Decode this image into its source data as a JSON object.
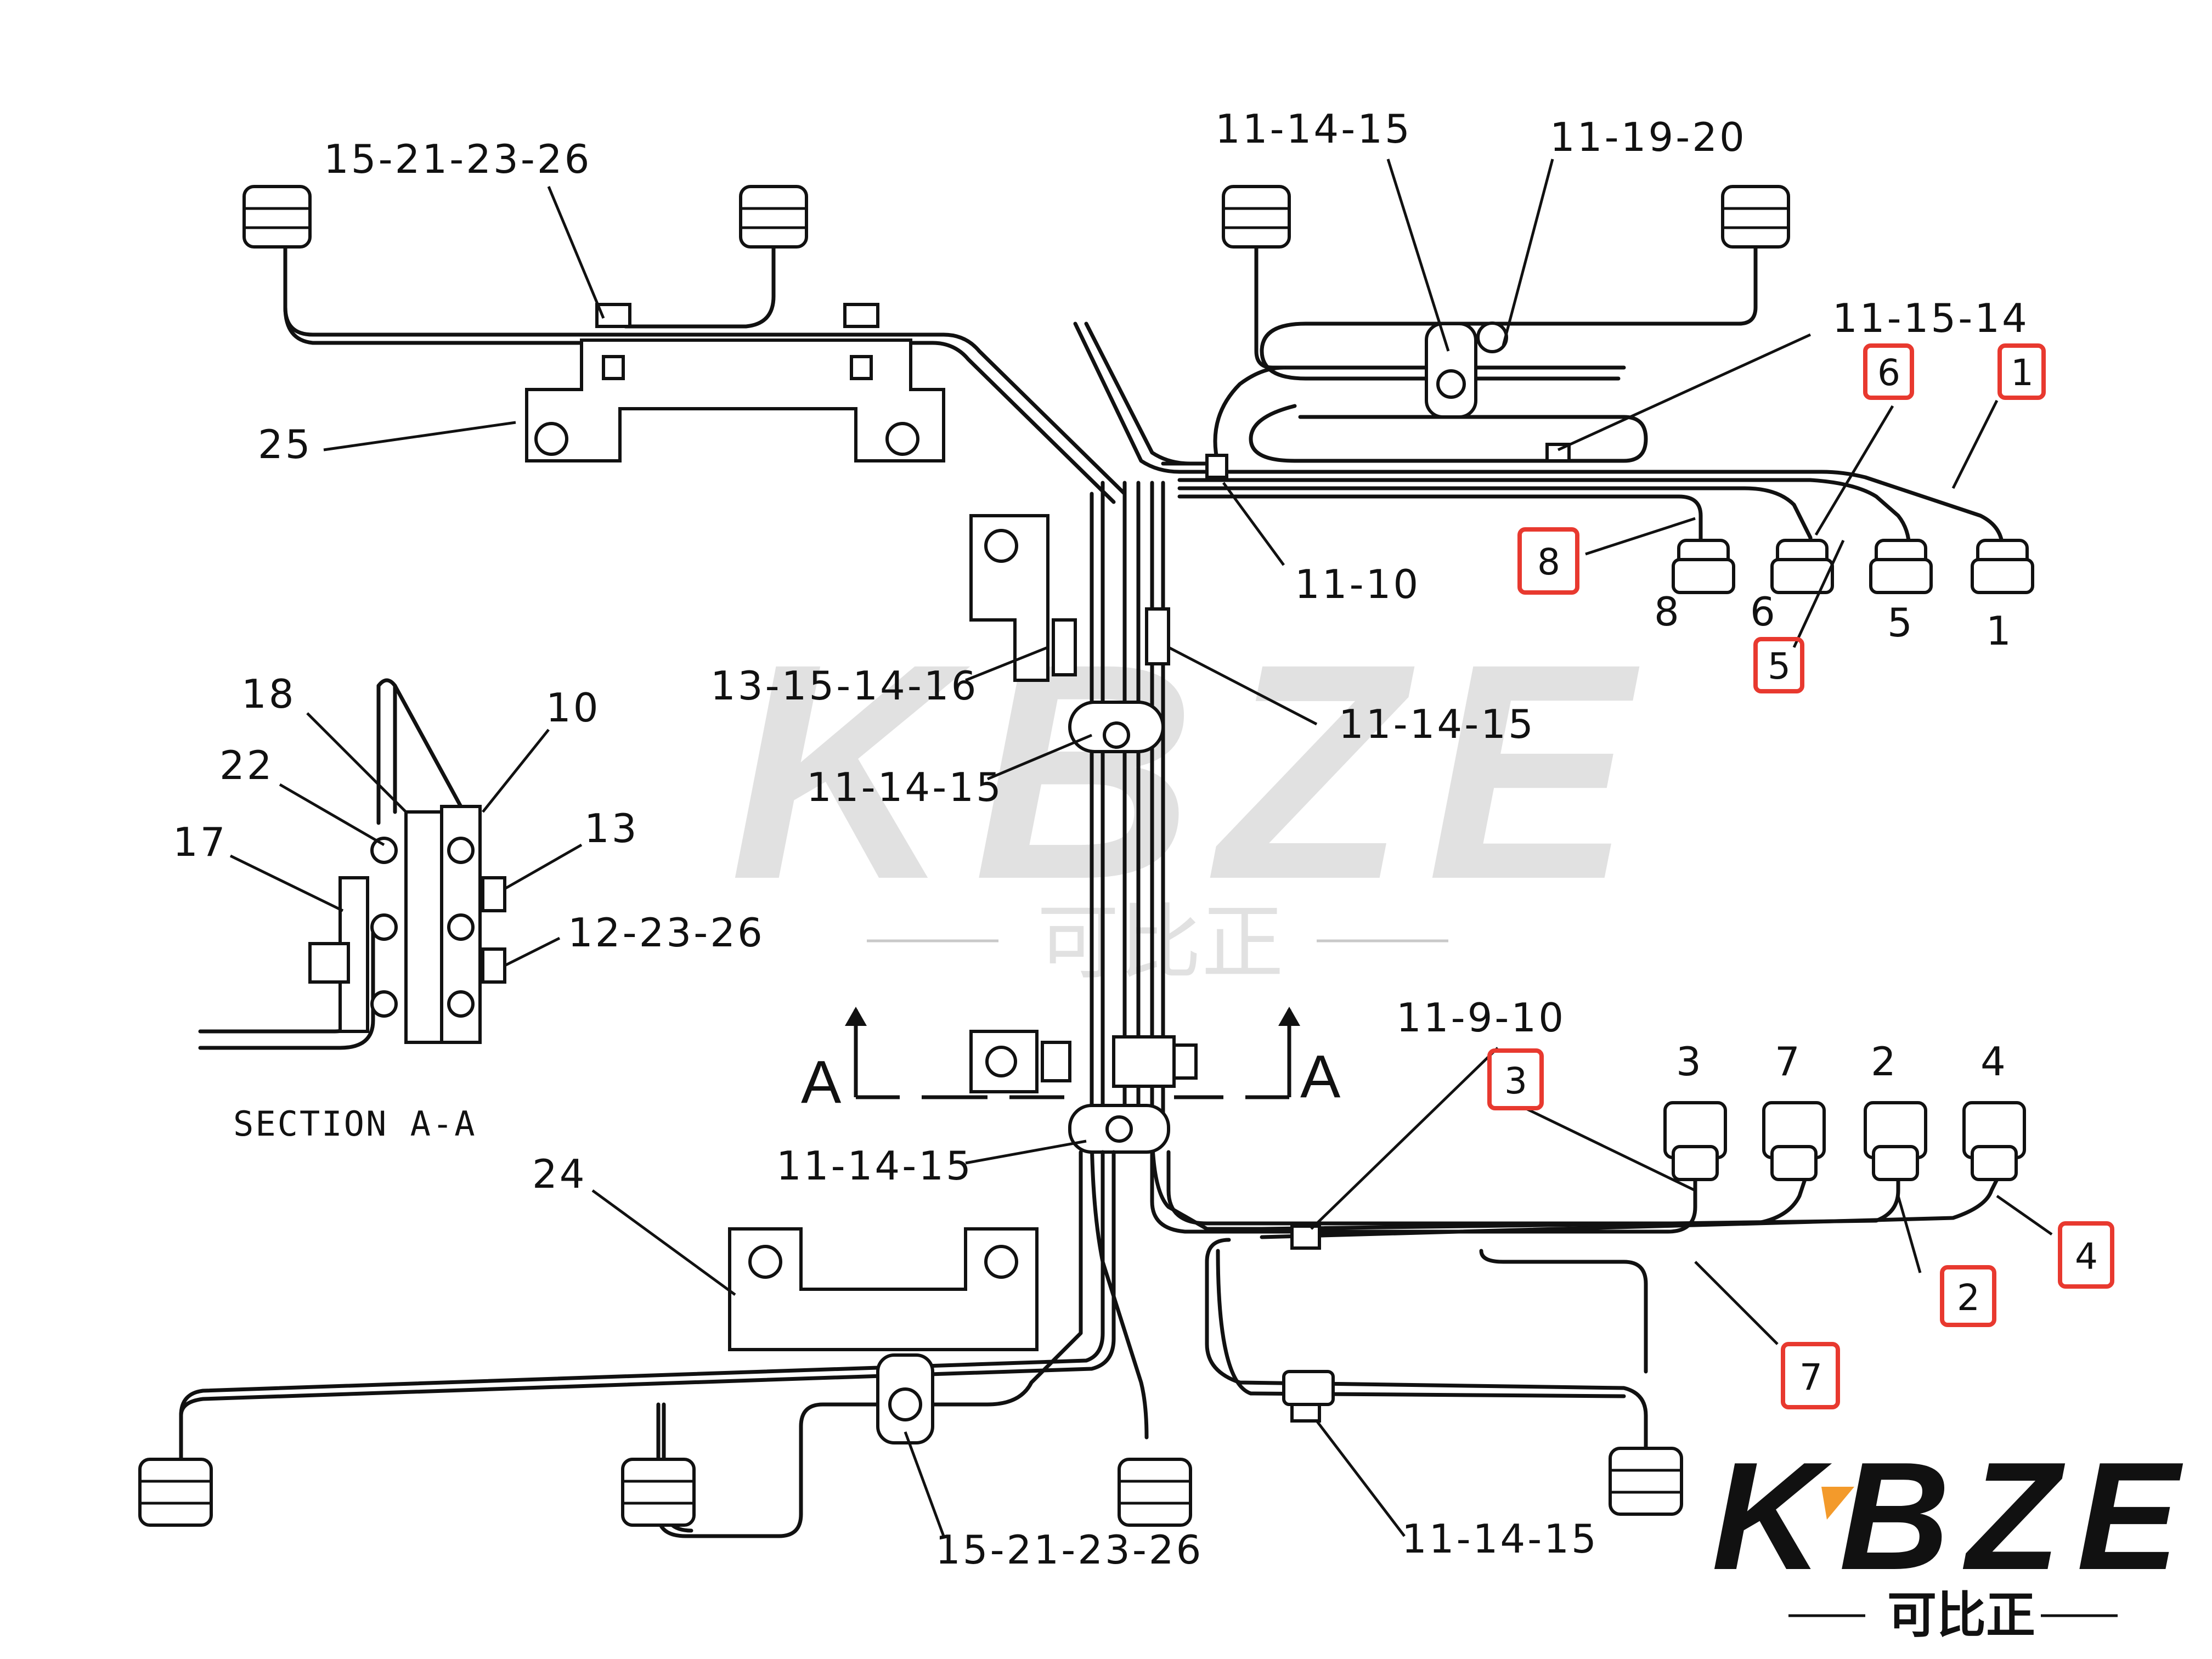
{
  "callouts": {
    "top_left_clamp": "15-21-23-26",
    "bracket_25": "25",
    "top_center_clamp": "11-14-15",
    "top_right_clamp": "11-19-20",
    "clip_right": "11-15-14",
    "junction_top": "11-10",
    "bracket_mid": "13-15-14-16",
    "clamp_mid_right": "11-14-15",
    "clamp_mid_left": "11-14-15",
    "clamp_lower": "11-14-15",
    "bracket_24": "24",
    "bottom_clamp": "15-21-23-26",
    "lower_right_top": "11-9-10",
    "lower_right_bottom": "11-14-15"
  },
  "nut_numbers": {
    "upper": [
      "8",
      "6",
      "5",
      "1"
    ],
    "lower": [
      "3",
      "7",
      "2",
      "4"
    ]
  },
  "boxed_labels": [
    "6",
    "1",
    "8",
    "5",
    "3",
    "4",
    "2",
    "7"
  ],
  "section": {
    "caption": "SECTION A-A",
    "parts": [
      "18",
      "10",
      "22",
      "17",
      "13",
      "12-23-26"
    ],
    "arrow_label": "A"
  },
  "watermark": {
    "latin": "KBZE",
    "cjk": "可比正"
  },
  "logo": {
    "latin": "KBZE",
    "cjk": "可比正"
  },
  "colors": {
    "box_outline": "#e8392f",
    "logo_accent": "#f39a2b",
    "line": "#111111"
  }
}
